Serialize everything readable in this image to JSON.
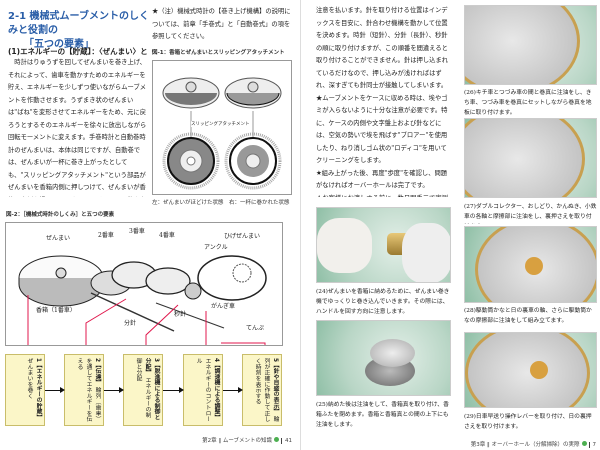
{
  "left_page": {
    "title_line1": "2-1 機械式ムーブメントのしくみと役割の",
    "title_line2": "「五つの要素」",
    "section_heading": "(1)エネルギーの【貯蔵】：〈ぜんまい〉と〈香箱〉",
    "body": "　時計はりゅうずを回してぜんまいを巻き上げ、それによって、歯車を動かすためのエネルギーを貯え、エネルギーを少しずつ使いながらムーブメントを作動させます。うずまき状のぜんまいは\"ばね\"を変形させてエネルギーをため、元に戻ろうとするそのエネルギーを徐々に放出しながら回転モーメントに変えます。手巻時計と自動巻時計のぜんまいは、本体は同じですが、自動巻では、ぜんまいが一杯に巻き上がったとしても、\"スリッピングアタッチメント\"という部品がぜんまいを香箱内側に押しつけて、ぜんまいが香箱の内側を滑ることによって、ぜんまいの巻き止まりがないように力を逃がしています。",
    "note": "★（注）機械式時計の【巻き上げ機構】の説明については、前章「手巻式」と「自動巻式」の項を参照してください。",
    "fig1": {
      "title": "図-1：香箱とぜんまいとスリッピングアタッチメント",
      "label": "スリッピングアタッチメント",
      "caption": "左：ぜんまいがほどけた状態　右：一杯に巻かれた状態"
    },
    "fig2": {
      "title": "図-2：［機械式時計のしくみ］と五つの要素",
      "labels": {
        "mainspring": "ぜんまい",
        "barrel": "香箱（1番車）",
        "second_wheel": "2番車",
        "third_wheel": "3番車",
        "fourth_wheel": "4番車",
        "hairspring": "ひげぜんまい",
        "pallet": "アンクル",
        "escape": "がんぎ車",
        "balance": "てんぷ",
        "minute": "分針",
        "second": "秒針"
      },
      "steps": [
        {
          "num": "1",
          "title": "【エネルギーの貯蔵】",
          "desc": "ぜんまいを巻く"
        },
        {
          "num": "2",
          "title": "【伝達】",
          "desc": "輪列（歯車）を通してエネルギーを伝える"
        },
        {
          "num": "3",
          "title": "【脱進機による制御と分配】",
          "desc": "エネルギーの制御と分配"
        },
        {
          "num": "4",
          "title": "【調速機による調整】",
          "desc": "エネルギーのコントロール"
        },
        {
          "num": "5",
          "title": "【針や目盛の表示】",
          "desc": "輪列が正確に作動して正しく時刻を表示する"
        }
      ]
    },
    "footer": {
      "chapter": "第2章 ‖ ムーブメントの知識",
      "page": "41"
    }
  },
  "right_page": {
    "body": "注意を払います。針を取り付ける位置はインデックスを目安に、針合わせ機構を動かして位置を決めます。時針（短針）、分針（長針）、秒針の順に取り付けますが、この順番を間違えると取り付けることができません。針は押し込まれているだけなので、押し込みが浅ければはずれ、深すぎても針同士が接触してしまいます。\n★ムーブメントをケースに収める時は、埃やゴミが入らないように十分な注意が必要です。特に、ケースの内側や文字盤上および針などには、空気の勢いで埃を飛ばす\"ブロアー\"を使用したり、ねり消しゴム状の\"ロディコ\"を用いてクリーニングをします。\n★組み上がった後、再度\"歩度\"を確認し、問題がなければオーバーホールは完了です。\n★お客様にお渡しする前に、数日間手元で実測をして、万全を期します。",
    "captions": [
      "(24)ぜんまいを香箱に納めるために、ぜんまい巻き機でゆっくりと巻き込んでいきます。その際には、ハンドルを回す方向に注意します。",
      "(25)納めた後は注油をして、香箱真を取り付け、香箱ふたを閉めます。香箱と香箱真との間の上下にも注油をします。",
      "(26)キチ車とつづみ車の間と巻真に注油をし、きち車、つづみ車を巻真にセットしながら巻真を地板に取り付けます。",
      "(27)ダブルコレクター、おしどり、かんぬき、小鉄車の各軸と摩擦部に注油をし、裏押さえを取り付けます。",
      "(28)駆動筒かなと日の裏車の軸、さらに駆動筒かなの摩擦部に注油をして組み立てます。",
      "(29)日車早送り操作レバーを取り付け、日の裏押さえを取り付けます。"
    ],
    "footer": {
      "chapter": "第3章 ‖ オーバーホール（分解掃除）の実際",
      "page": "7"
    }
  }
}
